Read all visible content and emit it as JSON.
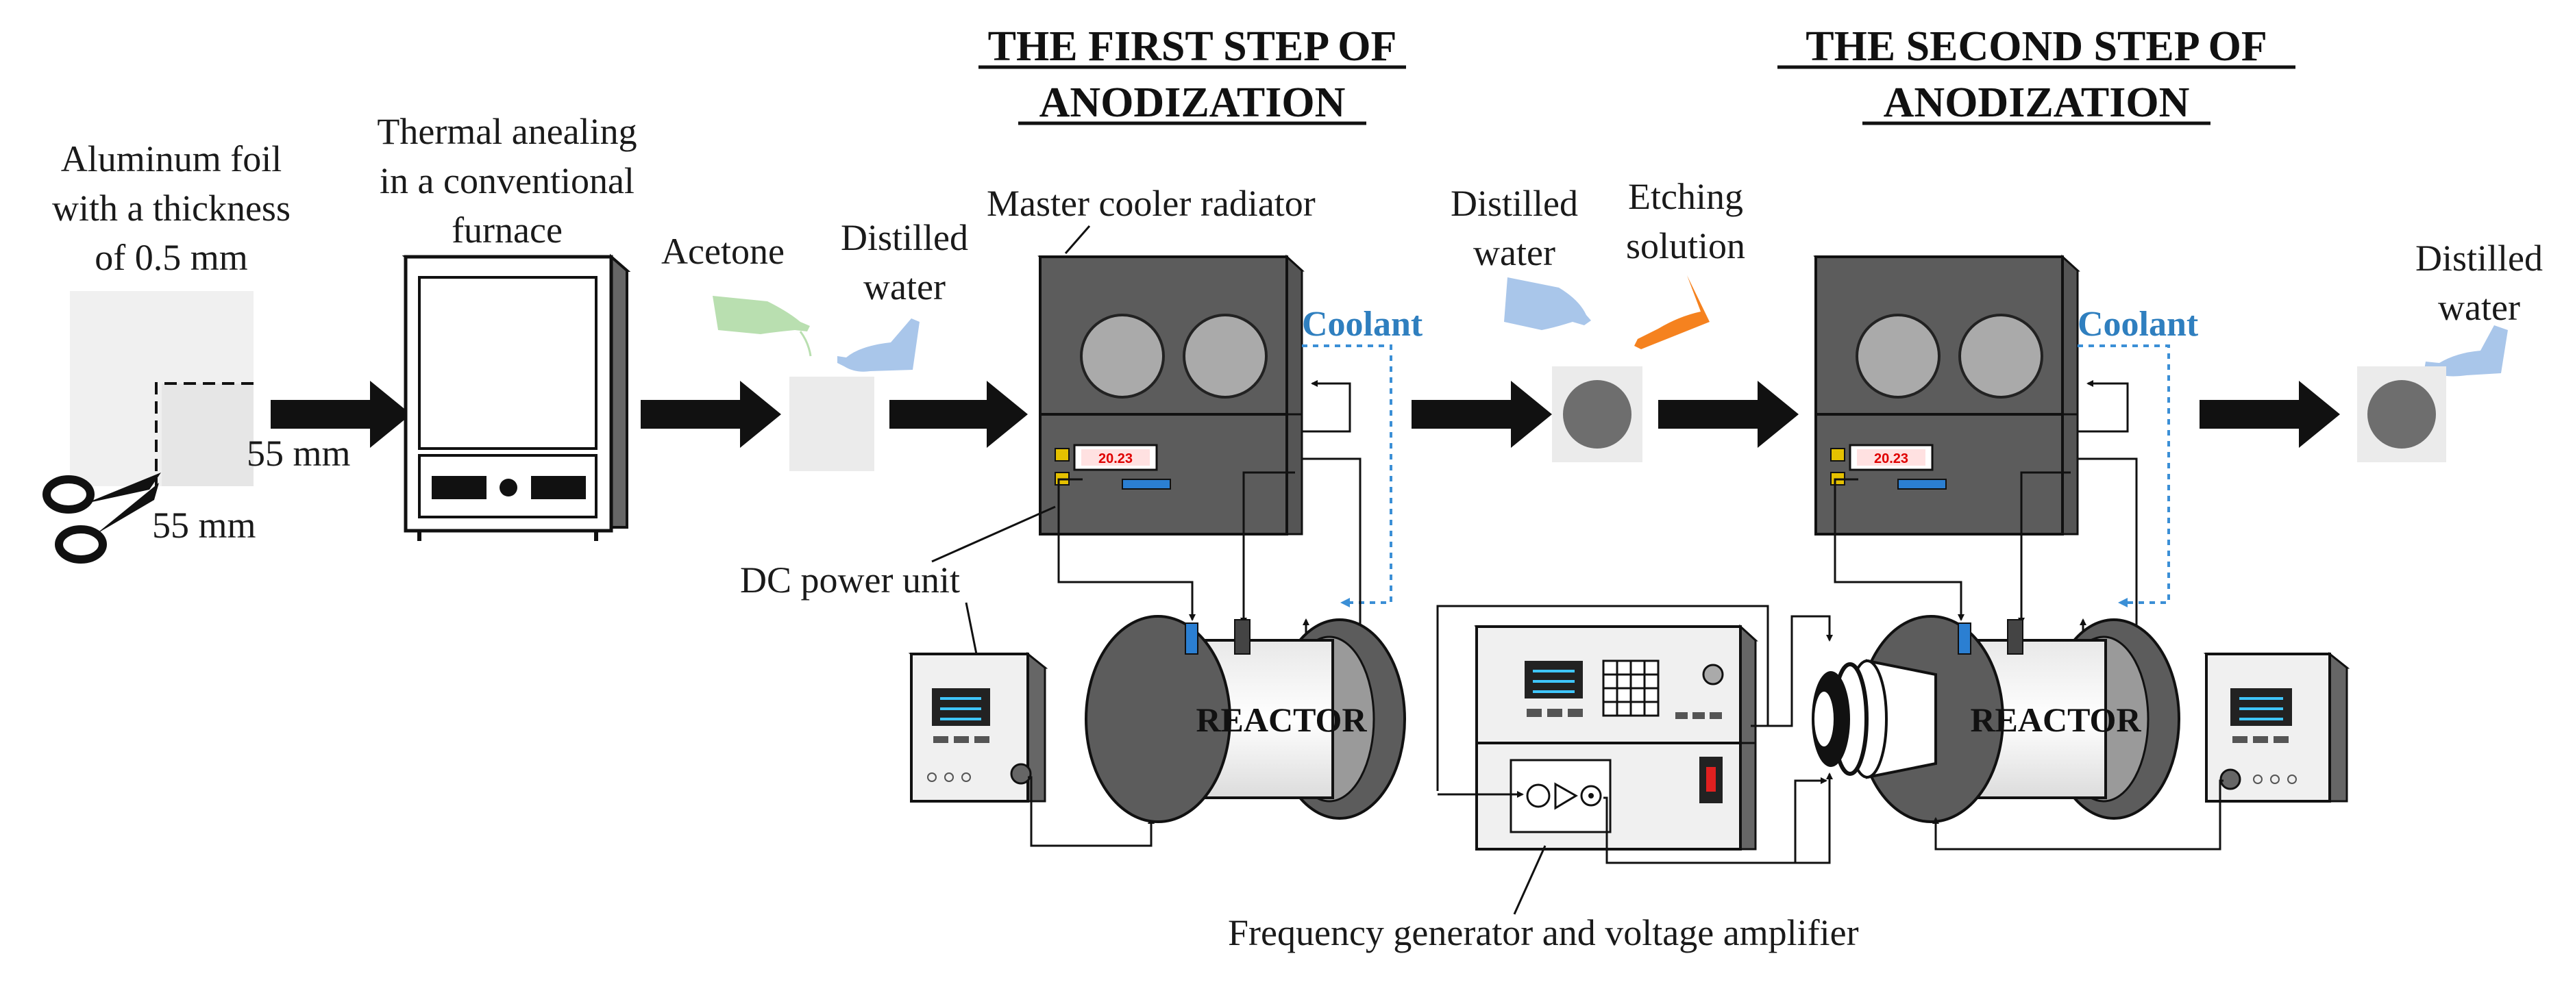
{
  "headers": {
    "step1_line1": "THE FIRST STEP OF",
    "step1_line2": "ANODIZATION",
    "step2_line1": "THE SECOND STEP OF",
    "step2_line2": "ANODIZATION"
  },
  "labels": {
    "foil_line1": "Aluminum foil",
    "foil_line2": "with a thickness",
    "foil_line3": "of 0.5 mm",
    "dim_width": "55 mm",
    "dim_height": "55 mm",
    "furnace_line1": "Thermal anealing",
    "furnace_line2": "in a conventional",
    "furnace_line3": "furnace",
    "acetone": "Acetone",
    "distilled1_line1": "Distilled",
    "distilled1_line2": "water",
    "cooler": "Master cooler radiator",
    "coolant1": "Coolant",
    "distilled2_line1": "Distilled",
    "distilled2_line2": "water",
    "etching_line1": "Etching",
    "etching_line2": "solution",
    "coolant2": "Coolant",
    "distilled3_line1": "Distilled",
    "distilled3_line2": "water",
    "dc_power": "DC power unit",
    "reactor1": "REACTOR",
    "reactor2": "REACTOR",
    "freq_gen": "Frequency generator and voltage amplifier",
    "display1": "20.23",
    "display2": "20.23"
  },
  "colors": {
    "acetone_bottle": "#b9dfb0",
    "water_bottle": "#a9c6ea",
    "etching_bottle": "#f5821f",
    "coolant_line": "#3b8fd6",
    "sample_disk": "#6e6e6e",
    "device_gray": "#5c5c5c"
  },
  "icons": [
    "scissors-icon",
    "process-arrow-icon",
    "bottle-icon",
    "furnace-icon",
    "cooler-icon",
    "reactor-icon",
    "power-supply-icon",
    "frequency-generator-icon"
  ]
}
